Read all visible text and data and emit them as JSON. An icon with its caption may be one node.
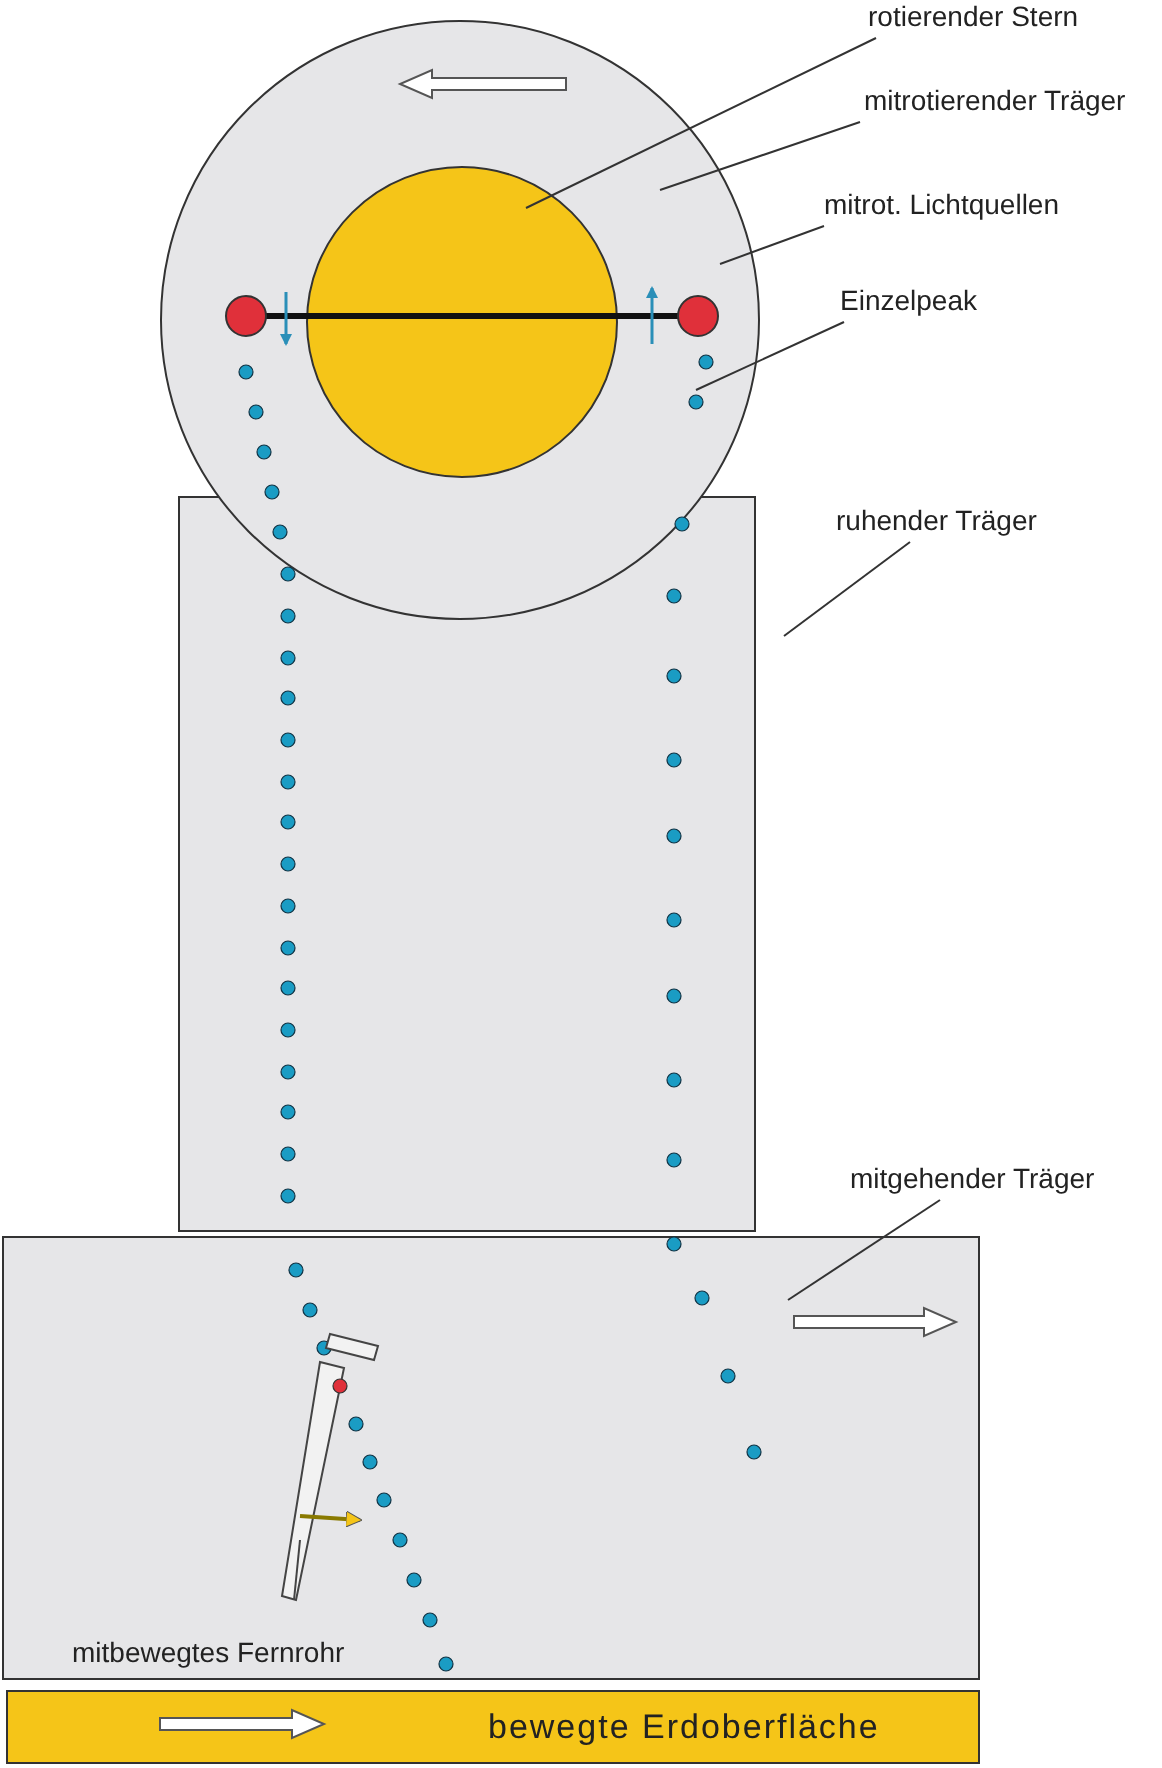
{
  "diagram": {
    "nodes": [
      {
        "text": [],
        "shape": "circle"
      },
      {
        "text": [],
        "shape": "circle",
        "in": 0
      },
      {
        "text": [],
        "shape": "box"
      },
      {
        "text": [],
        "shape": "box"
      },
      {
        "text": [
          "bewegte Erdoberfläche"
        ]
      },
      {
        "text": [
          "rotierender Stern"
        ]
      },
      {
        "text": [
          "mitrotierender Träger"
        ]
      },
      {
        "text": [
          "mitrot. Lichtquellen"
        ]
      },
      {
        "text": [
          "Einzelpeak"
        ]
      },
      {
        "text": [
          "ruhender Träger"
        ]
      },
      {
        "text": [
          "mitgehender Träger"
        ]
      }
    ],
    "edges": [
      {
        "from": 5,
        "to": 1,
        "arrow": "none"
      },
      {
        "from": 6,
        "to": 0,
        "arrow": "none"
      },
      {
        "from": 7,
        "to": 0,
        "arrow": "none"
      },
      {
        "from": 8,
        "to": null,
        "arrow": "none"
      },
      {
        "from": 9,
        "to": 2,
        "arrow": "none"
      },
      {
        "from": 10,
        "to": 3,
        "arrow": "none"
      }
    ],
    "labels": [
      "mitbewegtes Fernrohr"
    ]
  }
}
